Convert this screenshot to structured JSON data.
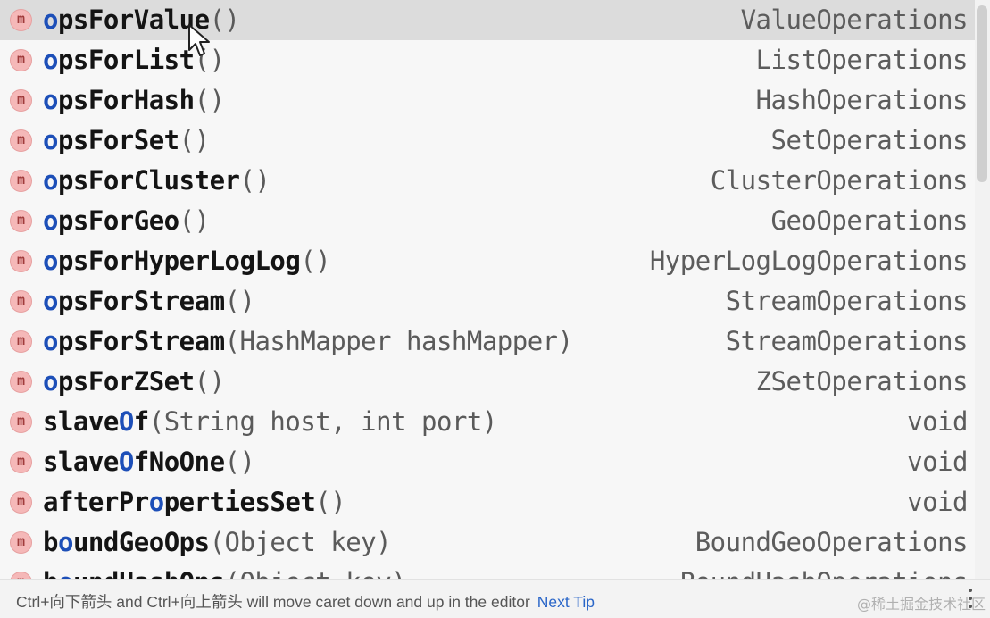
{
  "colors": {
    "selection": "#dcdcdc",
    "method_icon_bg": "#f5b8b8",
    "method_icon_fg": "#a03b3b",
    "match_highlight": "#1d4fb8",
    "link": "#2a66c8"
  },
  "completion": {
    "items": [
      {
        "icon": "method-icon",
        "badge": "m",
        "pre": "",
        "hl": "o",
        "post": "psForValue",
        "params": "()",
        "ret": "ValueOperations",
        "selected": true
      },
      {
        "icon": "method-icon",
        "badge": "m",
        "pre": "",
        "hl": "o",
        "post": "psForList",
        "params": "()",
        "ret": "ListOperations"
      },
      {
        "icon": "method-icon",
        "badge": "m",
        "pre": "",
        "hl": "o",
        "post": "psForHash",
        "params": "()",
        "ret": "HashOperations"
      },
      {
        "icon": "method-icon",
        "badge": "m",
        "pre": "",
        "hl": "o",
        "post": "psForSet",
        "params": "()",
        "ret": "SetOperations"
      },
      {
        "icon": "method-icon",
        "badge": "m",
        "pre": "",
        "hl": "o",
        "post": "psForCluster",
        "params": "()",
        "ret": "ClusterOperations"
      },
      {
        "icon": "method-icon",
        "badge": "m",
        "pre": "",
        "hl": "o",
        "post": "psForGeo",
        "params": "()",
        "ret": "GeoOperations"
      },
      {
        "icon": "method-icon",
        "badge": "m",
        "pre": "",
        "hl": "o",
        "post": "psForHyperLogLog",
        "params": "()",
        "ret": "HyperLogLogOperations"
      },
      {
        "icon": "method-icon",
        "badge": "m",
        "pre": "",
        "hl": "o",
        "post": "psForStream",
        "params": "()",
        "ret": "StreamOperations"
      },
      {
        "icon": "method-icon",
        "badge": "m",
        "pre": "",
        "hl": "o",
        "post": "psForStream",
        "params": "(HashMapper hashMapper)",
        "ret": "StreamOperations"
      },
      {
        "icon": "method-icon",
        "badge": "m",
        "pre": "",
        "hl": "o",
        "post": "psForZSet",
        "params": "()",
        "ret": "ZSetOperations"
      },
      {
        "icon": "method-icon",
        "badge": "m",
        "pre": "slave",
        "hl": "O",
        "post": "f",
        "params": "(String host, int port)",
        "ret": "void"
      },
      {
        "icon": "method-icon",
        "badge": "m",
        "pre": "slave",
        "hl": "O",
        "post": "fNoOne",
        "params": "()",
        "ret": "void"
      },
      {
        "icon": "method-icon",
        "badge": "m",
        "pre": "afterPr",
        "hl": "o",
        "post": "pertiesSet",
        "params": "()",
        "ret": "void"
      },
      {
        "icon": "method-icon",
        "badge": "m",
        "pre": "b",
        "hl": "o",
        "post": "undGeoOps",
        "params": "(Object key)",
        "ret": "BoundGeoOperations"
      },
      {
        "icon": "method-icon",
        "badge": "m",
        "pre": "b",
        "hl": "o",
        "post": "undHashOps",
        "params": "(Object key)",
        "ret": "BoundHashOperations",
        "clipped": true
      }
    ]
  },
  "footer": {
    "tip_text": "Ctrl+向下箭头 and Ctrl+向上箭头 will move caret down and up in the editor",
    "next_tip_label": "Next Tip",
    "more_icon": "more-vertical-icon",
    "watermark": "@稀土掘金技术社区"
  }
}
